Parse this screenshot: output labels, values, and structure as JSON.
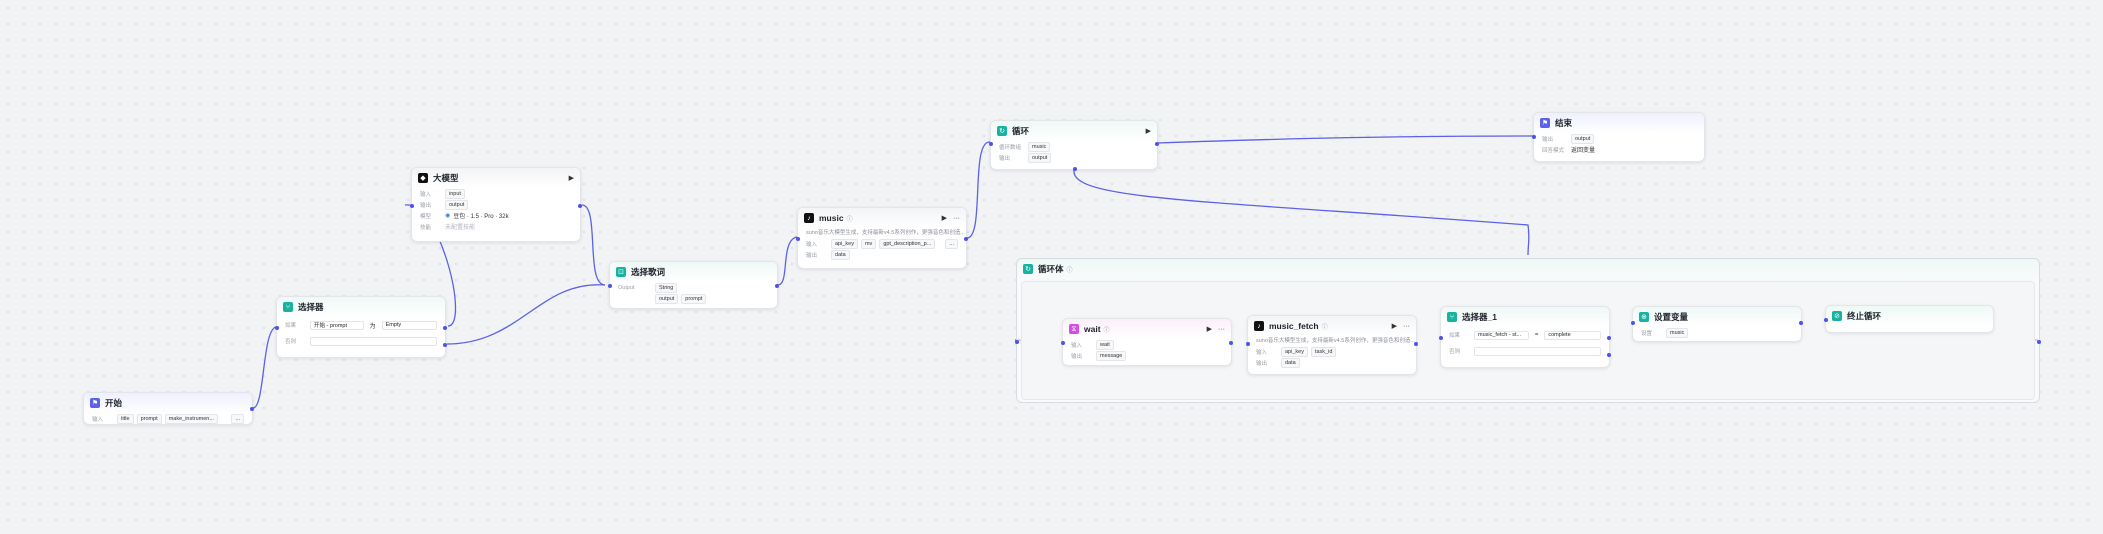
{
  "start": {
    "title": "开始",
    "input_label": "输入",
    "params": [
      "title",
      "prompt",
      "make_instrumen..."
    ],
    "more": "..."
  },
  "selector": {
    "title": "选择器",
    "if_label": "如果",
    "var": "开始 - prompt",
    "op": "为",
    "val": "Empty",
    "else_label": "否则"
  },
  "llm": {
    "title": "大模型",
    "input_label": "输入",
    "input_val": "input",
    "output_label": "输出",
    "output_val": "output",
    "model_label": "模型",
    "model_val": "豆包 · 1.5 · Pro · 32k",
    "skill_label": "技能",
    "skill_val": "未配置技能"
  },
  "lyrics": {
    "title": "选择歌词",
    "output_label": "Output",
    "type_val": "String",
    "v1": "output",
    "v2": "prompt"
  },
  "music": {
    "title": "music",
    "desc": "suno音乐大模型生成，支持最新v4.5系列创作，更强音色和创造...",
    "input_label": "输入",
    "params": [
      "api_key",
      "mv",
      "gpt_description_p..."
    ],
    "more": "...",
    "output_label": "输出",
    "output_val": "data"
  },
  "loop": {
    "title": "循环",
    "array_label": "循环数组",
    "array_val": "music",
    "output_label": "输出",
    "output_val": "output"
  },
  "end": {
    "title": "结束",
    "output_label": "输出",
    "output_val": "output",
    "mode_label": "回答模式",
    "mode_val": "返回变量"
  },
  "loop_body": {
    "title": "循环体"
  },
  "wait": {
    "title": "wait",
    "input_label": "输入",
    "input_val": "wait",
    "output_label": "输出",
    "output_val": "message"
  },
  "music_fetch": {
    "title": "music_fetch",
    "desc": "suno音乐大模型生成，支持最新v4.5系列创作，更强音色和创造...",
    "input_label": "输入",
    "params": [
      "api_key",
      "task_id"
    ],
    "output_label": "输出",
    "output_val": "data"
  },
  "selector1": {
    "title": "选择器_1",
    "if_label": "如果",
    "var": "music_fetch - st...",
    "op": "=",
    "val": "complete",
    "else_label": "否则"
  },
  "setvar": {
    "title": "设置变量",
    "label": "设置",
    "val": "music"
  },
  "breakloop": {
    "title": "终止循环"
  },
  "colors": {
    "accent": "#4d53e8",
    "teal": "#16b3a1",
    "indigo": "#5b61e8"
  }
}
